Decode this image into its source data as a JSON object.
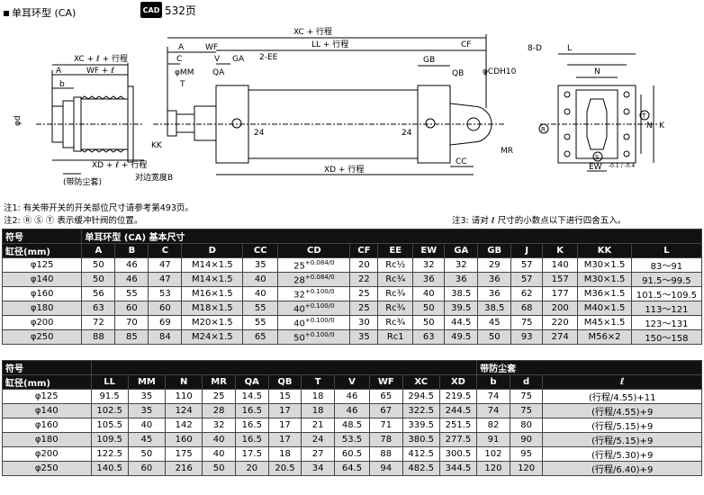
{
  "header": {
    "title": "单耳环型 (CA)",
    "cad_badge": "CAD",
    "cad_page": "532页"
  },
  "drawing": {
    "labels": {
      "a": "A",
      "b": "b",
      "wf": "WF",
      "wf_l": "WF + ℓ",
      "xc_l": "XC + ℓ + 行程",
      "phi_d": "φd",
      "c": "C",
      "v": "V",
      "ga": "GA",
      "ee": "2-EE",
      "phi_mm": "φMM",
      "qa": "QA",
      "t": "T",
      "kk": "KK",
      "width_b": "对边宽度B",
      "xd_l": "XD + ℓ + 行程",
      "bellow": "(带防尘套)",
      "xc": "XC + 行程",
      "ll": "LL + 行程",
      "cf": "CF",
      "gb": "GB",
      "qb": "QB",
      "phi_cdh": "φCDH10",
      "mr": "MR",
      "cc": "CC",
      "xd": "XD + 行程",
      "n24a": "24",
      "n24b": "24",
      "eight_d": "8-D",
      "l": "L",
      "n": "N",
      "k": "K",
      "ew": "EW",
      "ew_tol": "-0.1 / -0.4",
      "r": "R",
      "t_mark": "T",
      "s": "S"
    }
  },
  "notes": {
    "n1": "注1: 有关带开关的开关部位尺寸请参考第493页。",
    "n2": "注2: Ⓡ Ⓢ Ⓣ 表示缓冲针阀的位置。",
    "n3": "注3: 请对 ℓ 尺寸的小数点以下进行四舍五入。"
  },
  "table1": {
    "sym": "符号",
    "bore_label": "缸径(mm)",
    "title": "单耳环型 (CA) 基本尺寸",
    "headers": [
      "A",
      "B",
      "C",
      "D",
      "CC",
      "CD",
      "CF",
      "EE",
      "EW",
      "GA",
      "GB",
      "J",
      "K",
      "KK",
      "L"
    ],
    "rows": [
      [
        "φ125",
        "50",
        "46",
        "47",
        "M14×1.5",
        "35",
        "25 +0.084/0",
        "20",
        "Rc½",
        "32",
        "32",
        "29",
        "57",
        "140",
        "M30×1.5",
        "83～91"
      ],
      [
        "φ140",
        "50",
        "46",
        "47",
        "M14×1.5",
        "40",
        "28 +0.084/0",
        "22",
        "Rc¾",
        "36",
        "36",
        "36",
        "57",
        "157",
        "M30×1.5",
        "91.5～99.5"
      ],
      [
        "φ160",
        "56",
        "55",
        "53",
        "M16×1.5",
        "40",
        "32 +0.100/0",
        "25",
        "Rc¾",
        "40",
        "38.5",
        "36",
        "62",
        "177",
        "M36×1.5",
        "101.5～109.5"
      ],
      [
        "φ180",
        "63",
        "60",
        "60",
        "M18×1.5",
        "55",
        "40 +0.100/0",
        "25",
        "Rc¾",
        "50",
        "39.5",
        "38.5",
        "68",
        "200",
        "M40×1.5",
        "113～121"
      ],
      [
        "φ200",
        "72",
        "70",
        "69",
        "M20×1.5",
        "55",
        "40 +0.100/0",
        "30",
        "Rc¾",
        "50",
        "44.5",
        "45",
        "75",
        "220",
        "M45×1.5",
        "123～131"
      ],
      [
        "φ250",
        "88",
        "85",
        "84",
        "M24×1.5",
        "65",
        "50 +0.100/0",
        "35",
        "Rc1",
        "63",
        "49.5",
        "50",
        "93",
        "274",
        "M56×2",
        "150～158"
      ]
    ]
  },
  "table2": {
    "sym": "符号",
    "bore_label": "缸径(mm)",
    "bellow_title": "带防尘套",
    "headers": [
      "LL",
      "MM",
      "N",
      "MR",
      "QA",
      "QB",
      "T",
      "V",
      "WF",
      "XC",
      "XD",
      "b",
      "d",
      "ℓ"
    ],
    "rows": [
      [
        "φ125",
        "91.5",
        "35",
        "110",
        "25",
        "14.5",
        "15",
        "18",
        "46",
        "65",
        "294.5",
        "219.5",
        "74",
        "75",
        "(行程/4.55)+11"
      ],
      [
        "φ140",
        "102.5",
        "35",
        "124",
        "28",
        "16.5",
        "17",
        "18",
        "46",
        "67",
        "322.5",
        "244.5",
        "74",
        "75",
        "(行程/4.55)+9"
      ],
      [
        "φ160",
        "105.5",
        "40",
        "142",
        "32",
        "16.5",
        "17",
        "21",
        "48.5",
        "71",
        "339.5",
        "251.5",
        "82",
        "80",
        "(行程/5.15)+9"
      ],
      [
        "φ180",
        "109.5",
        "45",
        "160",
        "40",
        "16.5",
        "17",
        "24",
        "53.5",
        "78",
        "380.5",
        "277.5",
        "91",
        "90",
        "(行程/5.15)+9"
      ],
      [
        "φ200",
        "122.5",
        "50",
        "175",
        "40",
        "17.5",
        "18",
        "27",
        "60.5",
        "88",
        "412.5",
        "300.5",
        "102",
        "95",
        "(行程/5.30)+9"
      ],
      [
        "φ250",
        "140.5",
        "60",
        "216",
        "50",
        "20",
        "20.5",
        "34",
        "64.5",
        "94",
        "482.5",
        "344.5",
        "120",
        "120",
        "(行程/6.40)+9"
      ]
    ]
  }
}
